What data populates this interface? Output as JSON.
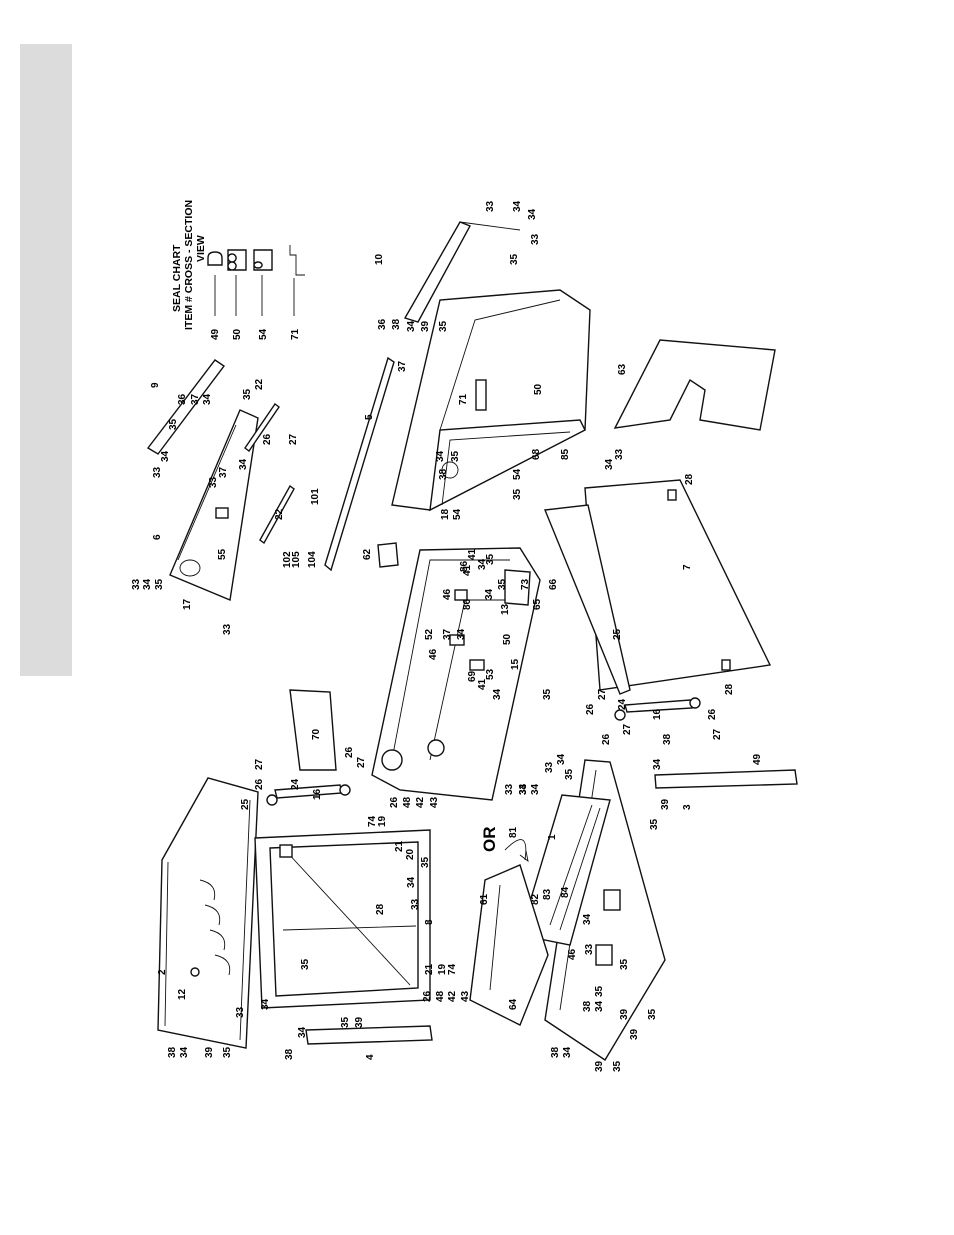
{
  "seal_chart": {
    "title": "SEAL CHART",
    "subtitle": "ITEM # CROSS - SECTION",
    "subtitle2": "VIEW",
    "items": [
      {
        "num": "49",
        "shape": "d-seal-icon"
      },
      {
        "num": "50",
        "shape": "double-bulb-seal-icon"
      },
      {
        "num": "54",
        "shape": "clip-seal-icon"
      },
      {
        "num": "71",
        "shape": "step-seal-icon"
      }
    ]
  },
  "or_label": "OR",
  "labels": [
    {
      "t": "38",
      "id": "l1"
    },
    {
      "t": "34",
      "id": "l2"
    },
    {
      "t": "39",
      "id": "l3"
    },
    {
      "t": "35",
      "id": "l4"
    },
    {
      "t": "12",
      "id": "l5"
    },
    {
      "t": "2",
      "id": "l6"
    },
    {
      "t": "33",
      "id": "l7"
    },
    {
      "t": "34",
      "id": "l8"
    },
    {
      "t": "38",
      "id": "l9"
    },
    {
      "t": "34",
      "id": "l10"
    },
    {
      "t": "35",
      "id": "l11"
    },
    {
      "t": "39",
      "id": "l12"
    },
    {
      "t": "4",
      "id": "l13"
    },
    {
      "t": "35",
      "id": "l14"
    },
    {
      "t": "25",
      "id": "l15"
    },
    {
      "t": "26",
      "id": "l16"
    },
    {
      "t": "27",
      "id": "l17"
    },
    {
      "t": "24",
      "id": "l18"
    },
    {
      "t": "16",
      "id": "l19"
    },
    {
      "t": "26",
      "id": "l20"
    },
    {
      "t": "27",
      "id": "l21"
    },
    {
      "t": "74",
      "id": "l22"
    },
    {
      "t": "19",
      "id": "l23"
    },
    {
      "t": "26",
      "id": "l24"
    },
    {
      "t": "48",
      "id": "l25"
    },
    {
      "t": "42",
      "id": "l26"
    },
    {
      "t": "43",
      "id": "l27"
    },
    {
      "t": "21",
      "id": "l28"
    },
    {
      "t": "20",
      "id": "l29"
    },
    {
      "t": "34",
      "id": "l30"
    },
    {
      "t": "35",
      "id": "l31"
    },
    {
      "t": "33",
      "id": "l32"
    },
    {
      "t": "28",
      "id": "l33"
    },
    {
      "t": "8",
      "id": "l34"
    },
    {
      "t": "21",
      "id": "l35"
    },
    {
      "t": "19",
      "id": "l36"
    },
    {
      "t": "74",
      "id": "l37"
    },
    {
      "t": "26",
      "id": "l38"
    },
    {
      "t": "48",
      "id": "l39"
    },
    {
      "t": "42",
      "id": "l40"
    },
    {
      "t": "43",
      "id": "l41"
    },
    {
      "t": "70",
      "id": "l42"
    },
    {
      "t": "61",
      "id": "l43"
    },
    {
      "t": "64",
      "id": "l44"
    },
    {
      "t": "81",
      "id": "l45"
    },
    {
      "t": "82",
      "id": "l46"
    },
    {
      "t": "83",
      "id": "l47"
    },
    {
      "t": "84",
      "id": "l48"
    },
    {
      "t": "1",
      "id": "l49"
    },
    {
      "t": "33",
      "id": "l50"
    },
    {
      "t": "34",
      "id": "l51"
    },
    {
      "t": "33",
      "id": "l52"
    },
    {
      "t": "34",
      "id": "l53"
    },
    {
      "t": "35",
      "id": "l54"
    },
    {
      "t": "46",
      "id": "l55"
    },
    {
      "t": "34",
      "id": "l56"
    },
    {
      "t": "33",
      "id": "l57"
    },
    {
      "t": "35",
      "id": "l58"
    },
    {
      "t": "38",
      "id": "l59"
    },
    {
      "t": "34",
      "id": "l60"
    },
    {
      "t": "35",
      "id": "l61"
    },
    {
      "t": "39",
      "id": "l62"
    },
    {
      "t": "35",
      "id": "l63"
    },
    {
      "t": "39",
      "id": "l64"
    },
    {
      "t": "38",
      "id": "l65"
    },
    {
      "t": "34",
      "id": "l66"
    },
    {
      "t": "39",
      "id": "l67"
    },
    {
      "t": "35",
      "id": "l68"
    },
    {
      "t": "33",
      "id": "l69"
    },
    {
      "t": "34",
      "id": "l70"
    },
    {
      "t": "3",
      "id": "l71"
    },
    {
      "t": "49",
      "id": "l72"
    },
    {
      "t": "35",
      "id": "l73"
    },
    {
      "t": "39",
      "id": "l74"
    },
    {
      "t": "34",
      "id": "l75"
    },
    {
      "t": "38",
      "id": "l76"
    },
    {
      "t": "16",
      "id": "l77"
    },
    {
      "t": "26",
      "id": "l78"
    },
    {
      "t": "27",
      "id": "l79"
    },
    {
      "t": "26",
      "id": "l80"
    },
    {
      "t": "27",
      "id": "l81"
    },
    {
      "t": "26",
      "id": "l82"
    },
    {
      "t": "24",
      "id": "l83"
    },
    {
      "t": "27",
      "id": "l84"
    },
    {
      "t": "25",
      "id": "l85"
    },
    {
      "t": "28",
      "id": "l86"
    },
    {
      "t": "7",
      "id": "l87"
    },
    {
      "t": "66",
      "id": "l88"
    },
    {
      "t": "65",
      "id": "l89"
    },
    {
      "t": "35",
      "id": "l90"
    },
    {
      "t": "28",
      "id": "l91"
    },
    {
      "t": "34",
      "id": "l92"
    },
    {
      "t": "33",
      "id": "l93"
    },
    {
      "t": "63",
      "id": "l94"
    },
    {
      "t": "13",
      "id": "l95"
    },
    {
      "t": "73",
      "id": "l96"
    },
    {
      "t": "50",
      "id": "l97"
    },
    {
      "t": "15",
      "id": "l98"
    },
    {
      "t": "35",
      "id": "l99"
    },
    {
      "t": "53",
      "id": "l100"
    },
    {
      "t": "41",
      "id": "l101"
    },
    {
      "t": "34",
      "id": "l102"
    },
    {
      "t": "69",
      "id": "l103"
    },
    {
      "t": "46",
      "id": "l104"
    },
    {
      "t": "52",
      "id": "l105"
    },
    {
      "t": "37",
      "id": "l106"
    },
    {
      "t": "34",
      "id": "l107"
    },
    {
      "t": "46",
      "id": "l108"
    },
    {
      "t": "86",
      "id": "l109"
    },
    {
      "t": "41",
      "id": "l110"
    },
    {
      "t": "34",
      "id": "l111"
    },
    {
      "t": "35",
      "id": "l112"
    },
    {
      "t": "86",
      "id": "l113"
    },
    {
      "t": "41",
      "id": "l114"
    },
    {
      "t": "34",
      "id": "l115"
    },
    {
      "t": "35",
      "id": "l116"
    },
    {
      "t": "62",
      "id": "l117"
    },
    {
      "t": "18",
      "id": "l118"
    },
    {
      "t": "54",
      "id": "l119"
    },
    {
      "t": "38",
      "id": "l120"
    },
    {
      "t": "34",
      "id": "l121"
    },
    {
      "t": "35",
      "id": "l122"
    },
    {
      "t": "54",
      "id": "l123"
    },
    {
      "t": "68",
      "id": "l124"
    },
    {
      "t": "85",
      "id": "l125"
    },
    {
      "t": "50",
      "id": "l126"
    },
    {
      "t": "71",
      "id": "l127"
    },
    {
      "t": "5",
      "id": "l128"
    },
    {
      "t": "36",
      "id": "l129"
    },
    {
      "t": "37",
      "id": "l130"
    },
    {
      "t": "38",
      "id": "l131"
    },
    {
      "t": "34",
      "id": "l132"
    },
    {
      "t": "39",
      "id": "l133"
    },
    {
      "t": "35",
      "id": "l134"
    },
    {
      "t": "10",
      "id": "l135"
    },
    {
      "t": "35",
      "id": "l136"
    },
    {
      "t": "34",
      "id": "l137"
    },
    {
      "t": "33",
      "id": "l138"
    },
    {
      "t": "33",
      "id": "l139"
    },
    {
      "t": "34",
      "id": "l140"
    },
    {
      "t": "101",
      "id": "l141"
    },
    {
      "t": "102",
      "id": "l142"
    },
    {
      "t": "105",
      "id": "l143"
    },
    {
      "t": "104",
      "id": "l144"
    },
    {
      "t": "22",
      "id": "l145"
    },
    {
      "t": "22",
      "id": "l146"
    },
    {
      "t": "26",
      "id": "l147"
    },
    {
      "t": "27",
      "id": "l148"
    },
    {
      "t": "33",
      "id": "l149"
    },
    {
      "t": "37",
      "id": "l150"
    },
    {
      "t": "34",
      "id": "l151"
    },
    {
      "t": "35",
      "id": "l152"
    },
    {
      "t": "6",
      "id": "l153"
    },
    {
      "t": "55",
      "id": "l154"
    },
    {
      "t": "17",
      "id": "l155"
    },
    {
      "t": "33",
      "id": "l156"
    },
    {
      "t": "33",
      "id": "l157"
    },
    {
      "t": "34",
      "id": "l158"
    },
    {
      "t": "35",
      "id": "l159"
    },
    {
      "t": "9",
      "id": "l160"
    },
    {
      "t": "36",
      "id": "l161"
    },
    {
      "t": "37",
      "id": "l162"
    },
    {
      "t": "34",
      "id": "l163"
    },
    {
      "t": "35",
      "id": "l164"
    },
    {
      "t": "33",
      "id": "l165"
    },
    {
      "t": "34",
      "id": "l166"
    }
  ]
}
